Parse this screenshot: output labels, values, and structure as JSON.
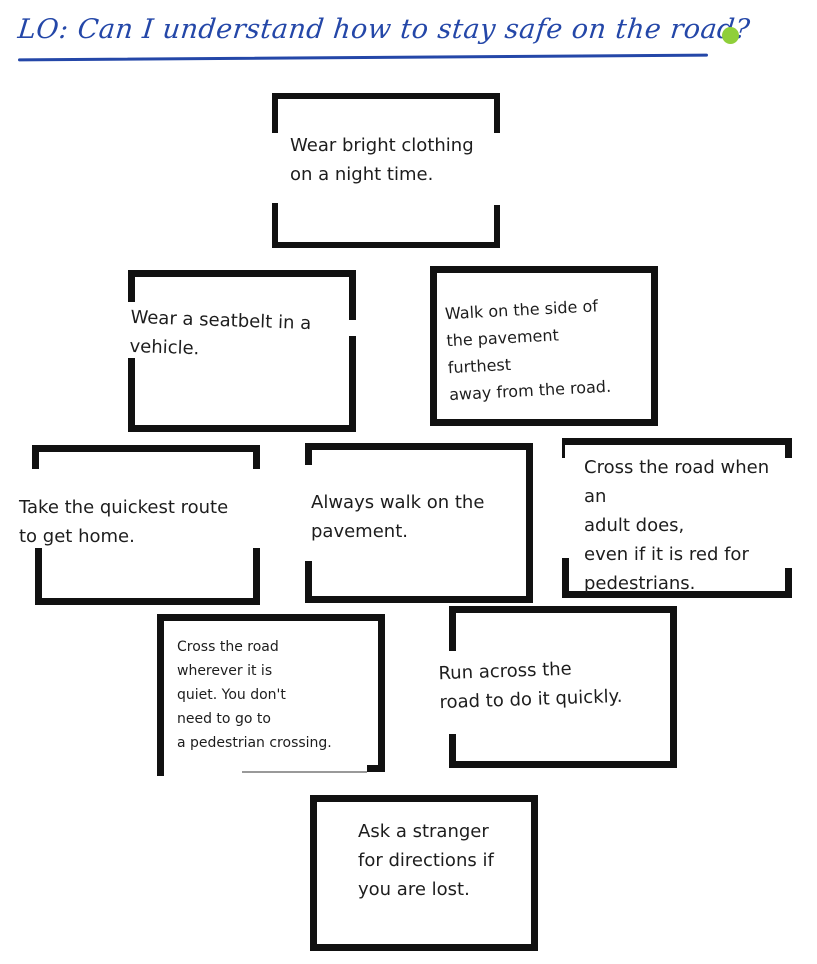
{
  "title": {
    "text": "LO: Can I understand how to stay safe on the road?",
    "ink_color": "#2447a8",
    "sticker_color": "#8fcf3a"
  },
  "cards": [
    {
      "text": "Wear bright clothing\non a night time."
    },
    {
      "text": "Wear a seatbelt in a\nvehicle."
    },
    {
      "text": "Walk on the side of\nthe pavement\nfurthest\naway from the road."
    },
    {
      "text": "Take the quickest route\nto get home."
    },
    {
      "text": "Always walk on the\npavement."
    },
    {
      "text": "Cross the road when an\nadult does,\neven if it is red for\npedestrians."
    },
    {
      "text": "Cross the road\nwherever it is\nquiet. You don't\nneed to go to\na pedestrian crossing."
    },
    {
      "text": "Run across the\nroad to do it quickly."
    },
    {
      "text": "Ask a stranger\nfor directions if\nyou are lost."
    }
  ]
}
